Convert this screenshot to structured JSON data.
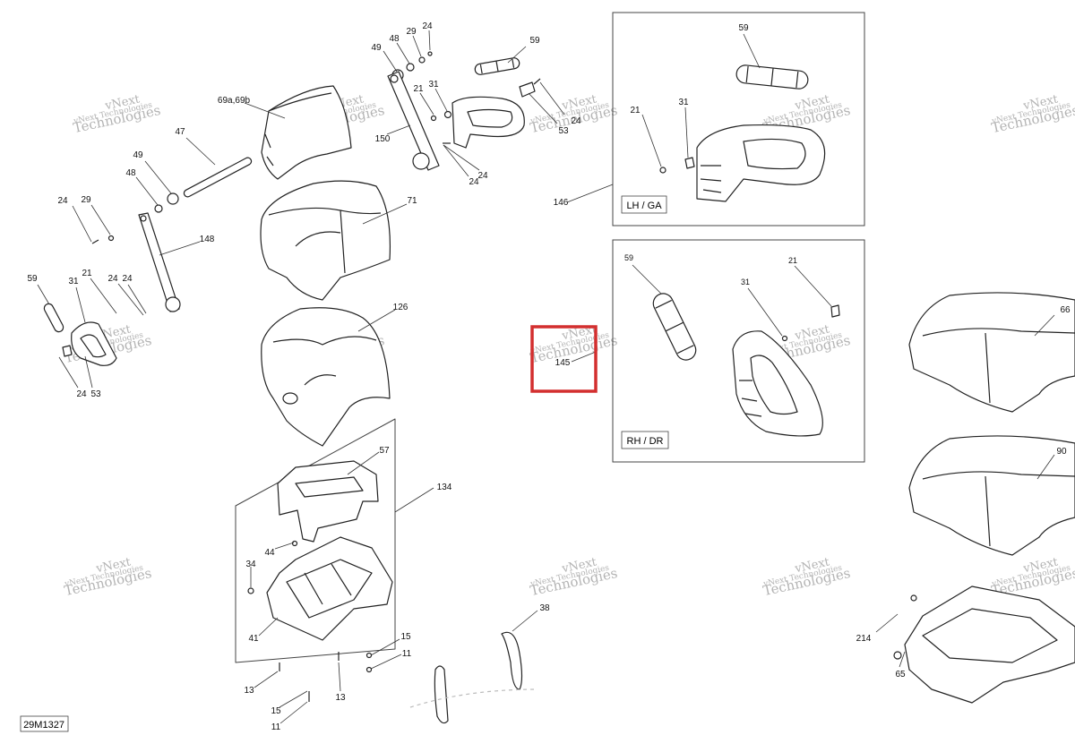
{
  "diagram_code": "29M1327",
  "parts": {
    "p49_top": "49",
    "p48_top": "48",
    "p29_top": "29",
    "p24_top": "24",
    "p59_top": "59",
    "p69": "69a,69b",
    "p21_top": "21",
    "p31_top": "31",
    "p150": "150",
    "p24_mid_a": "24",
    "p24_mid_b": "24",
    "p24_right": "24",
    "p53_top": "53",
    "p47": "47",
    "p49_left": "49",
    "p48_left": "48",
    "p24_left": "24",
    "p29_left": "29",
    "p148": "148",
    "p59_left": "59",
    "p31_left": "31",
    "p21_left": "21",
    "p24_left2": "24",
    "p24_left3": "24",
    "p53_left": "53",
    "p71": "71",
    "p126": "126",
    "p57": "57",
    "p134": "134",
    "p44": "44",
    "p34": "34",
    "p41": "41",
    "p13_a": "13",
    "p13_b": "13",
    "p15_a": "15",
    "p15_b": "15",
    "p11_a": "11",
    "p11_b": "11",
    "p38": "38",
    "p146": "146",
    "p59_lh": "59",
    "p21_lh": "21",
    "p31_lh": "31",
    "p145": "145",
    "p59_rh": "59",
    "p31_rh": "31",
    "p21_rh": "21",
    "p66": "66",
    "p90": "90",
    "p214": "214",
    "p65": "65"
  },
  "insets": {
    "lh_label": "LH / GA",
    "rh_label": "RH / DR"
  },
  "watermark": {
    "line1": "vNext",
    "line2": "Technologies",
    "small": "vNext Technologies"
  },
  "highlight": {
    "color": "#d32f2f",
    "target": "145"
  }
}
